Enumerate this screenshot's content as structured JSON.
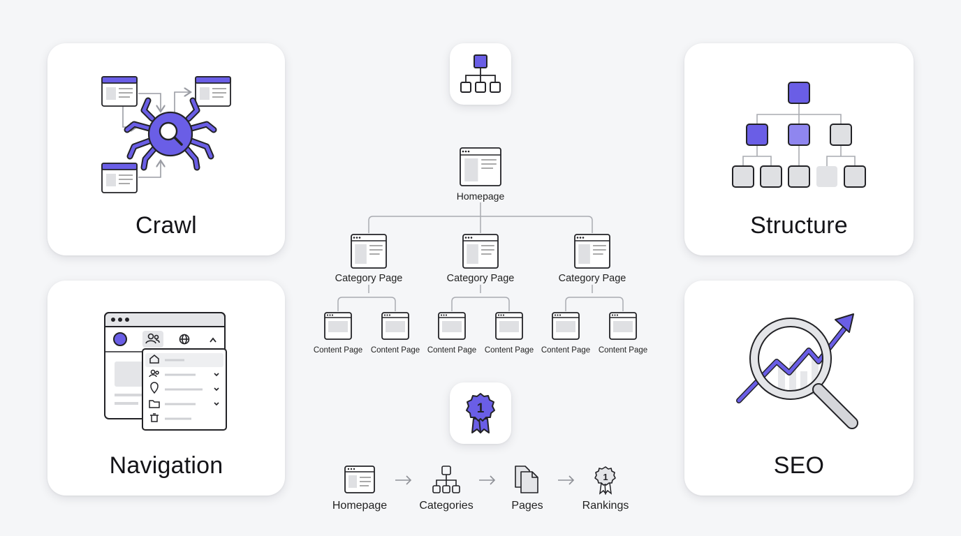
{
  "cards": {
    "crawl": "Crawl",
    "structure": "Structure",
    "navigation": "Navigation",
    "seo": "SEO"
  },
  "tree": {
    "root": "Homepage",
    "categories": [
      "Category Page",
      "Category Page",
      "Category Page"
    ],
    "content": [
      "Content Page",
      "Content Page",
      "Content Page",
      "Content Page",
      "Content Page",
      "Content Page"
    ]
  },
  "badge_number": "1",
  "flow": [
    "Homepage",
    "Categories",
    "Pages",
    "Rankings"
  ],
  "colors": {
    "accent": "#6a5ee6",
    "accent_light": "#8f86ef",
    "outline": "#222226",
    "gray_fill": "#dfe0e3",
    "connector": "#a9abb1",
    "card_bg": "#ffffff",
    "page_bg": "#f5f6f8"
  },
  "icons": [
    "spider-icon",
    "magnifier-icon",
    "browser-window-icon",
    "sitemap-icon",
    "award-ribbon-icon",
    "pages-icon",
    "arrow-right-icon",
    "home-icon",
    "users-icon",
    "globe-icon",
    "location-pin-icon",
    "folder-icon",
    "trash-icon",
    "chevron-up-icon",
    "chevron-down-icon",
    "trend-arrow-icon"
  ]
}
